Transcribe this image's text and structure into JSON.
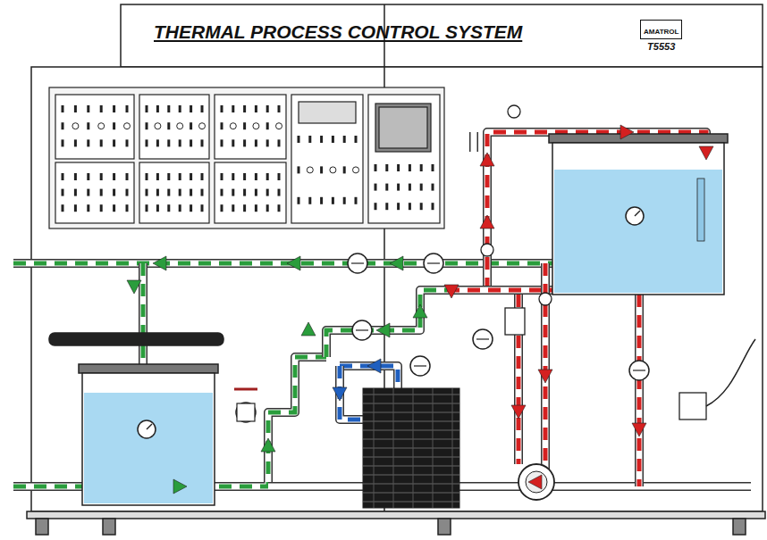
{
  "diagram": {
    "title": "THERMAL PROCESS CONTROL SYSTEM",
    "nodes": [
      {
        "text": [
          "AMATROL"
        ]
      }
    ],
    "labels": [
      "T5553"
    ]
  }
}
